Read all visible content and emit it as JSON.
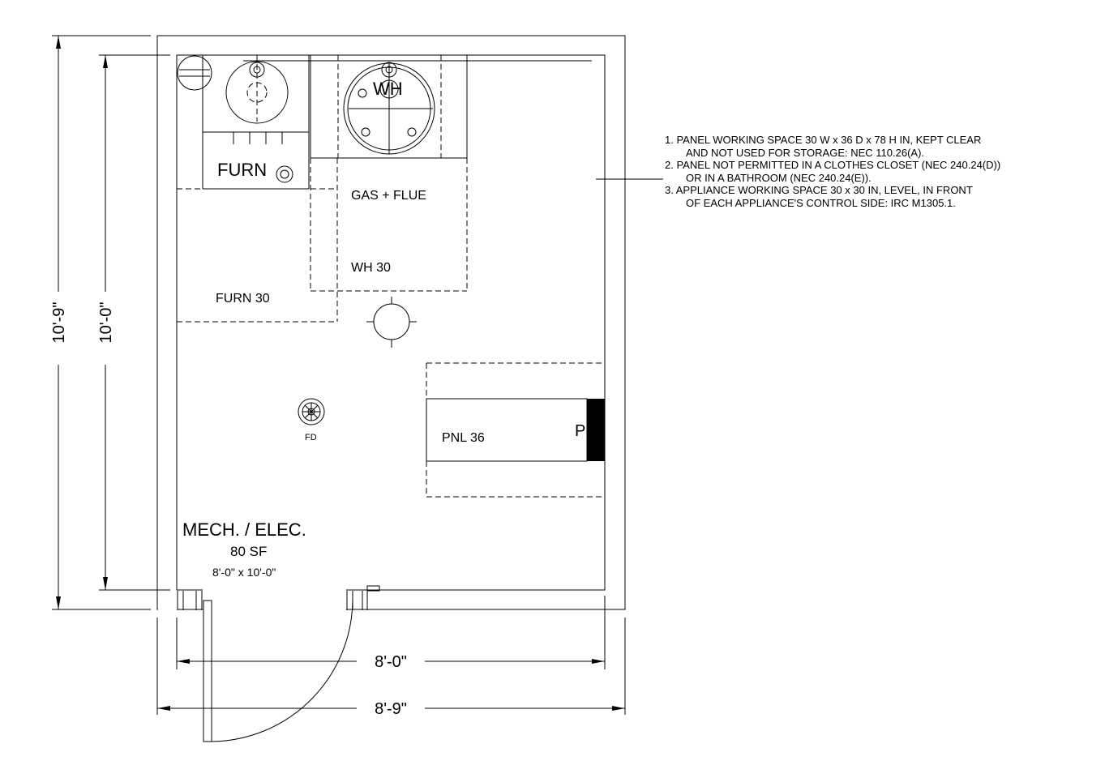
{
  "room": {
    "name": "MECH. / ELEC.",
    "area": "80 SF",
    "size": "8'-0\" x 10'-0\""
  },
  "dimensions": {
    "outer_height": "10'-9\"",
    "inner_height": "10'-0\"",
    "inner_width": "8'-0\"",
    "outer_width": "8'-9\""
  },
  "labels": {
    "water_heater": "WH",
    "furnace": "FURN",
    "gas_flue": "GAS + FLUE",
    "wh_clearance": "WH 30",
    "furn_clearance": "FURN 30",
    "floor_drain": "FD",
    "panel_clearance": "PNL 36",
    "panel": "P"
  },
  "notes": [
    {
      "line1": "1. PANEL WORKING SPACE 30 W x 36 D x 78 H IN, KEPT CLEAR",
      "line2": "AND NOT USED FOR STORAGE: NEC 110.26(A)."
    },
    {
      "line1": "2. PANEL NOT PERMITTED IN A CLOTHES CLOSET (NEC 240.24(D))",
      "line2": "OR IN A BATHROOM (NEC 240.24(E))."
    },
    {
      "line1": "3. APPLIANCE WORKING SPACE 30 x 30 IN, LEVEL, IN FRONT",
      "line2": "OF EACH APPLIANCE'S CONTROL SIDE: IRC M1305.1."
    }
  ]
}
